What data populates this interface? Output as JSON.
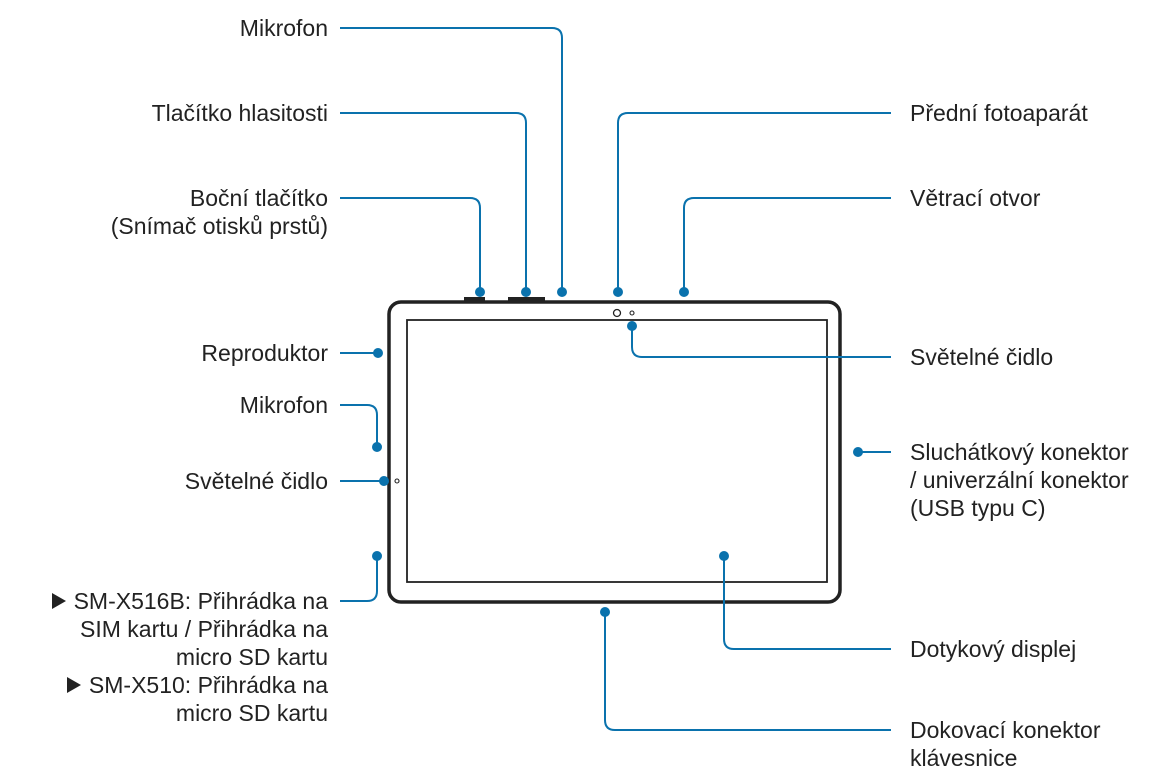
{
  "labels": {
    "mic_top": "Mikrofon",
    "volume": "Tlačítko hlasitosti",
    "side_key_1": "Boční tlačítko",
    "side_key_2": "(Snímač otisků prstů)",
    "speaker": "Reproduktor",
    "mic_left": "Mikrofon",
    "light_left": "Světelné čidlo",
    "tray_1": "SM-X516B: Přihrádka na",
    "tray_2": "SIM kartu / Přihrádka na",
    "tray_3": "micro SD kartu",
    "tray_4": "SM-X510: Přihrádka na",
    "tray_5": "micro SD kartu",
    "front_camera": "Přední fotoaparát",
    "vent": "Větrací otvor",
    "light_top": "Světelné čidlo",
    "audio_1": "Sluchátkový konektor",
    "audio_2": "/ univerzální konektor",
    "audio_3": "(USB typu C)",
    "touchscreen": "Dotykový displej",
    "dock_1": "Dokovací konektor",
    "dock_2": "klávesnice"
  },
  "bullet_icon": "triangle-right",
  "colors": {
    "accent": "#0a72ad",
    "device": "#222222",
    "text": "#222222"
  }
}
